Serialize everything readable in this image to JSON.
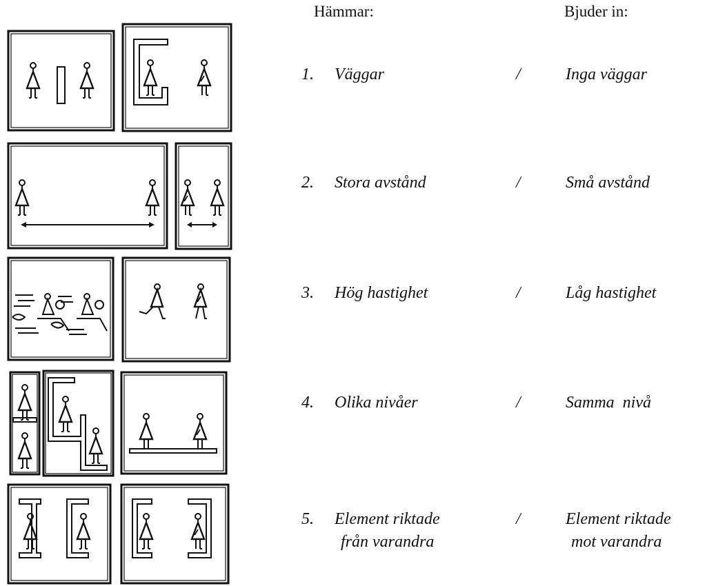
{
  "header": {
    "hinders": "Hämmar:",
    "invites": "Bjuder in:"
  },
  "rows": [
    {
      "num": "1.",
      "hinders": "Väggar",
      "sep": "/",
      "invites": "Inga väggar"
    },
    {
      "num": "2.",
      "hinders": "Stora avstånd",
      "sep": "/",
      "invites": "Små avstånd"
    },
    {
      "num": "3.",
      "hinders": "Hög hastighet",
      "sep": "/",
      "invites": "Låg hastighet"
    },
    {
      "num": "4.",
      "hinders": "Olika nivåer",
      "sep": "/",
      "invites": "Samma  nivå"
    },
    {
      "num": "5.",
      "hinders": "Element riktade",
      "hinders2": "från varandra",
      "sep": "/",
      "invites": "Element riktade",
      "invites2": "mot varandra"
    }
  ]
}
